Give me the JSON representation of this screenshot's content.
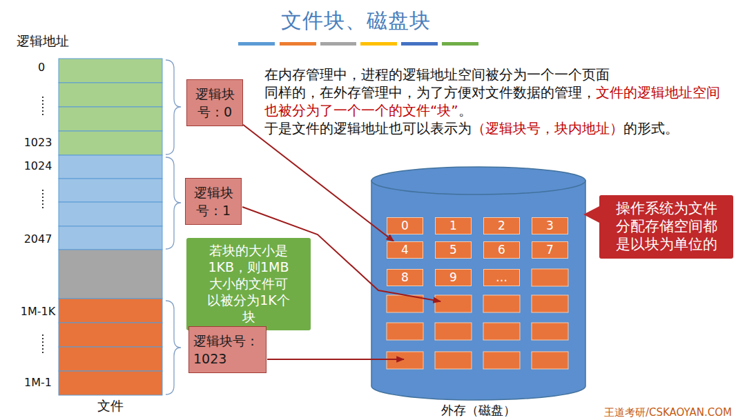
{
  "diagram": {
    "title": "文件块、磁盘块",
    "nodes": [
      {
        "text": [
          "文件"
        ]
      },
      {
        "text": [
          "逻辑块号：0"
        ]
      },
      {
        "text": [
          "逻辑块号：1"
        ]
      },
      {
        "text": [
          "若块的大小是1KB，则1MB大小的文件可以被分为1K个块"
        ]
      },
      {
        "text": [
          "逻辑块号：1023"
        ]
      },
      {
        "text": [
          "操作系统为文件分配存储空间都是以块为单位的"
        ]
      },
      {
        "text": [
          "外存（磁盘）"
        ]
      },
      {
        "text": [
          "0"
        ],
        "in": 6
      },
      {
        "text": [
          "1"
        ],
        "in": 6
      },
      {
        "text": [
          "2"
        ],
        "in": 6
      },
      {
        "text": [
          "3"
        ],
        "in": 6
      },
      {
        "text": [
          "4"
        ],
        "in": 6
      },
      {
        "text": [
          "5"
        ],
        "in": 6
      },
      {
        "text": [
          "6"
        ],
        "in": 6
      },
      {
        "text": [
          "7"
        ],
        "in": 6
      },
      {
        "text": [
          "8"
        ],
        "in": 6
      },
      {
        "text": [
          "9"
        ],
        "in": 6
      },
      {
        "text": [
          "…"
        ],
        "in": 6
      }
    ],
    "edges": [
      {
        "from": 1,
        "to": 11,
        "arrow": "to"
      }
    ],
    "labels": [
      "逻辑地址",
      "0",
      "1023",
      "1024",
      "2047",
      "1M-1K",
      "1M-1",
      "在内存管理中，进程的逻辑地址空间被分为一个一个页面",
      "同样的，在外存管理中，为了方便对文件数据的管理，",
      "文件的逻辑地址空间也被分为了一个一个的文件“块”",
      "。",
      "于是文件的逻辑地址也可以表示为",
      "（逻辑块号，块内地址）",
      "的形式。",
      "王道考研/CSKAOYAN.COM"
    ]
  }
}
